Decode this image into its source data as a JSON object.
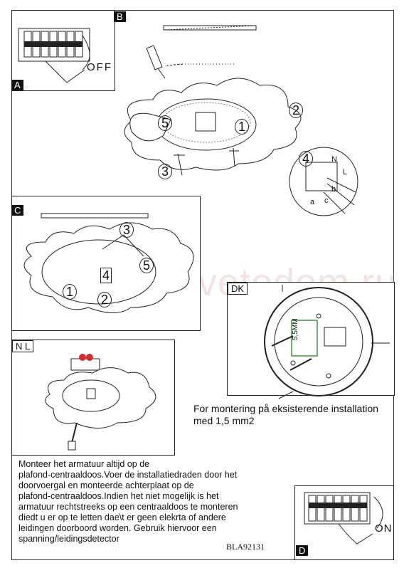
{
  "watermark": "svetodom.ru",
  "panels": {
    "a": {
      "label": "A"
    },
    "b": {
      "label": "B",
      "switch_text": "OFF"
    },
    "c": {
      "label": "C"
    },
    "dk": {
      "label": "DK",
      "dimension_text": "5,5MM"
    },
    "nl": {
      "label": "N L"
    },
    "d": {
      "label": "D",
      "switch_text": "ON"
    }
  },
  "step_numbers": [
    "1",
    "2",
    "3",
    "4",
    "5"
  ],
  "wire_letters": {
    "n": "N",
    "l": "L",
    "a": "a",
    "b": "b",
    "c": "c"
  },
  "installation_note": {
    "line1": "For montering på eksisterende installation",
    "line2": "med 1,5 mm2"
  },
  "instructions_nl": [
    "Monteer het armatuur altijd op de",
    "plafond-centraaldoos.Voer de installatiedraden door het",
    "doorvoergal en monteerde achterplaat op de",
    "plafond-centraaldoos.Indien het niet mogelijk is het",
    "armatuur rechtstreeks op een centraaldoos te monteren",
    "diedt u er op te letten dae\\t er geen elekrta of andere",
    "leidingen doorboord worden. Gebruik hiervoor een",
    "spanning/leidingsdetector"
  ],
  "model_code": "BLA92131"
}
